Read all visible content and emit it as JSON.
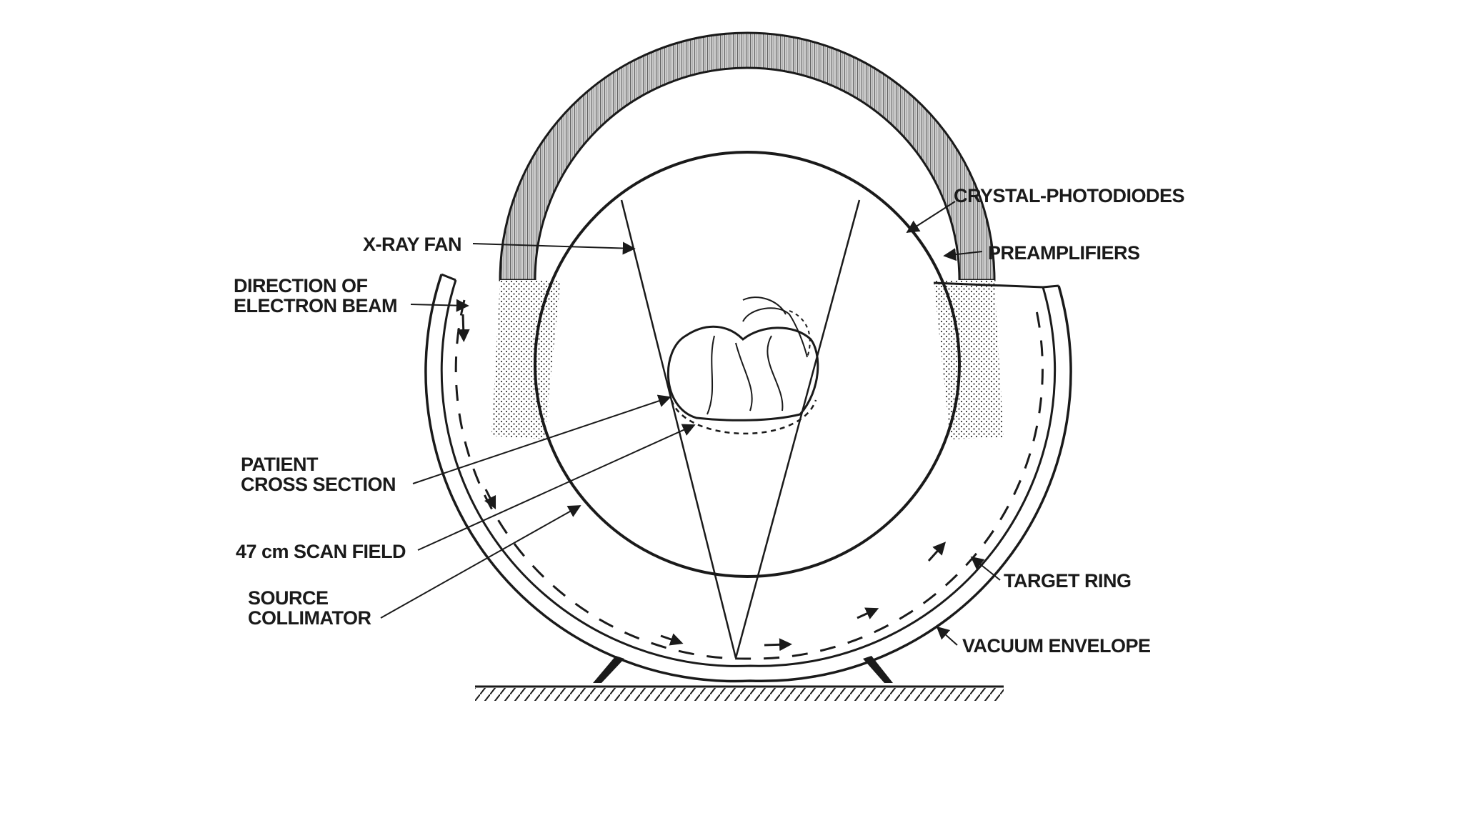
{
  "diagram": {
    "labels": {
      "crystal_photodiodes": "CRYSTAL-PHOTODIODES",
      "preamplifiers": "PREAMPLIFIERS",
      "xray_fan": "X-RAY FAN",
      "direction_of_electron_beam": [
        "DIRECTION OF",
        "ELECTRON BEAM"
      ],
      "patient_cross_section": [
        "PATIENT",
        "CROSS SECTION"
      ],
      "scan_field": "47 cm SCAN FIELD",
      "source_collimator": [
        "SOURCE",
        "COLLIMATOR"
      ],
      "target_ring": "TARGET RING",
      "vacuum_envelope": "VACUUM ENVELOPE"
    },
    "colors": {
      "ink": "#1a1a1a",
      "background": "#ffffff",
      "panel": "#ffffff"
    }
  }
}
